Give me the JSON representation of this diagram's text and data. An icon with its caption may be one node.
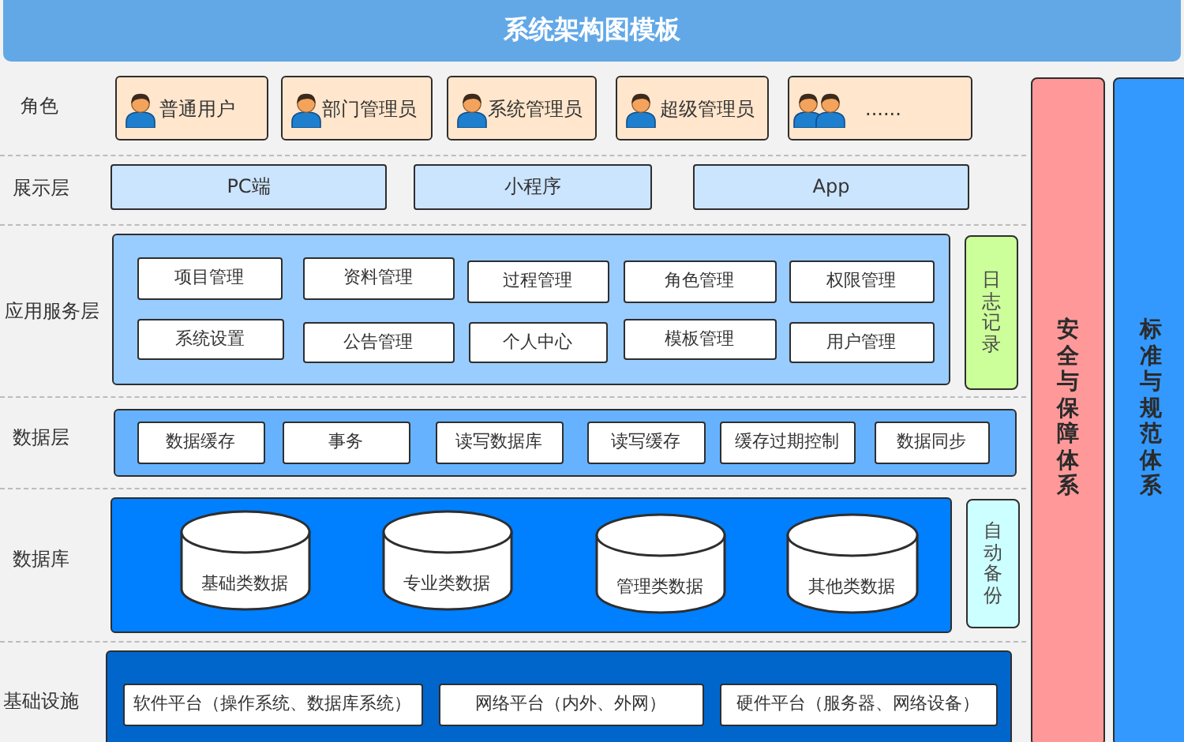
{
  "diagram": {
    "title": "系统架构图模板",
    "nodes": [
      {
        "text": [
          "普通用户"
        ]
      },
      {
        "text": [
          "部门管理员"
        ]
      },
      {
        "text": [
          "系统管理员"
        ]
      },
      {
        "text": [
          "超级管理员"
        ]
      },
      {
        "text": [
          "......"
        ]
      },
      {
        "text": [
          "PC端"
        ]
      },
      {
        "text": [
          "小程序"
        ]
      },
      {
        "text": [
          "App"
        ]
      },
      {
        "text": [],
        "shape": "box"
      },
      {
        "text": [
          "项目管理"
        ],
        "in": 8
      },
      {
        "text": [
          "资料管理"
        ],
        "in": 8
      },
      {
        "text": [
          "过程管理"
        ],
        "in": 8
      },
      {
        "text": [
          "角色管理"
        ],
        "in": 8
      },
      {
        "text": [
          "权限管理"
        ],
        "in": 8
      },
      {
        "text": [
          "系统设置"
        ],
        "in": 8
      },
      {
        "text": [
          "公告管理"
        ],
        "in": 8
      },
      {
        "text": [
          "个人中心"
        ],
        "in": 8
      },
      {
        "text": [
          "模板管理"
        ],
        "in": 8
      },
      {
        "text": [
          "用户管理"
        ],
        "in": 8
      },
      {
        "text": [
          "日志记录"
        ]
      },
      {
        "text": [],
        "shape": "box"
      },
      {
        "text": [
          "数据缓存"
        ],
        "in": 20
      },
      {
        "text": [
          "事务"
        ],
        "in": 20
      },
      {
        "text": [
          "读写数据库"
        ],
        "in": 20
      },
      {
        "text": [
          "读写缓存"
        ],
        "in": 20
      },
      {
        "text": [
          "缓存过期控制"
        ],
        "in": 20
      },
      {
        "text": [
          "数据同步"
        ],
        "in": 20
      },
      {
        "text": [],
        "shape": "box"
      },
      {
        "text": [
          "基础类数据"
        ],
        "in": 27
      },
      {
        "text": [
          "专业类数据"
        ],
        "in": 27
      },
      {
        "text": [
          "管理类数据"
        ],
        "in": 27
      },
      {
        "text": [
          "其他类数据"
        ],
        "in": 27
      },
      {
        "text": [
          "自动备份"
        ]
      },
      {
        "text": [],
        "shape": "box"
      },
      {
        "text": [
          "软件平台（操作系统、数据库系统）"
        ],
        "in": 33
      },
      {
        "text": [
          "网络平台（内外、外网）"
        ],
        "in": 33
      },
      {
        "text": [
          "硬件平台（服务器、网络设备）"
        ],
        "in": 33
      },
      {
        "text": [
          "安全与保障体系"
        ]
      },
      {
        "text": [
          "标准与规范体系"
        ]
      }
    ],
    "labels": [
      "角色",
      "展示层",
      "应用服务层",
      "数据层",
      "数据库",
      "基础设施"
    ]
  }
}
